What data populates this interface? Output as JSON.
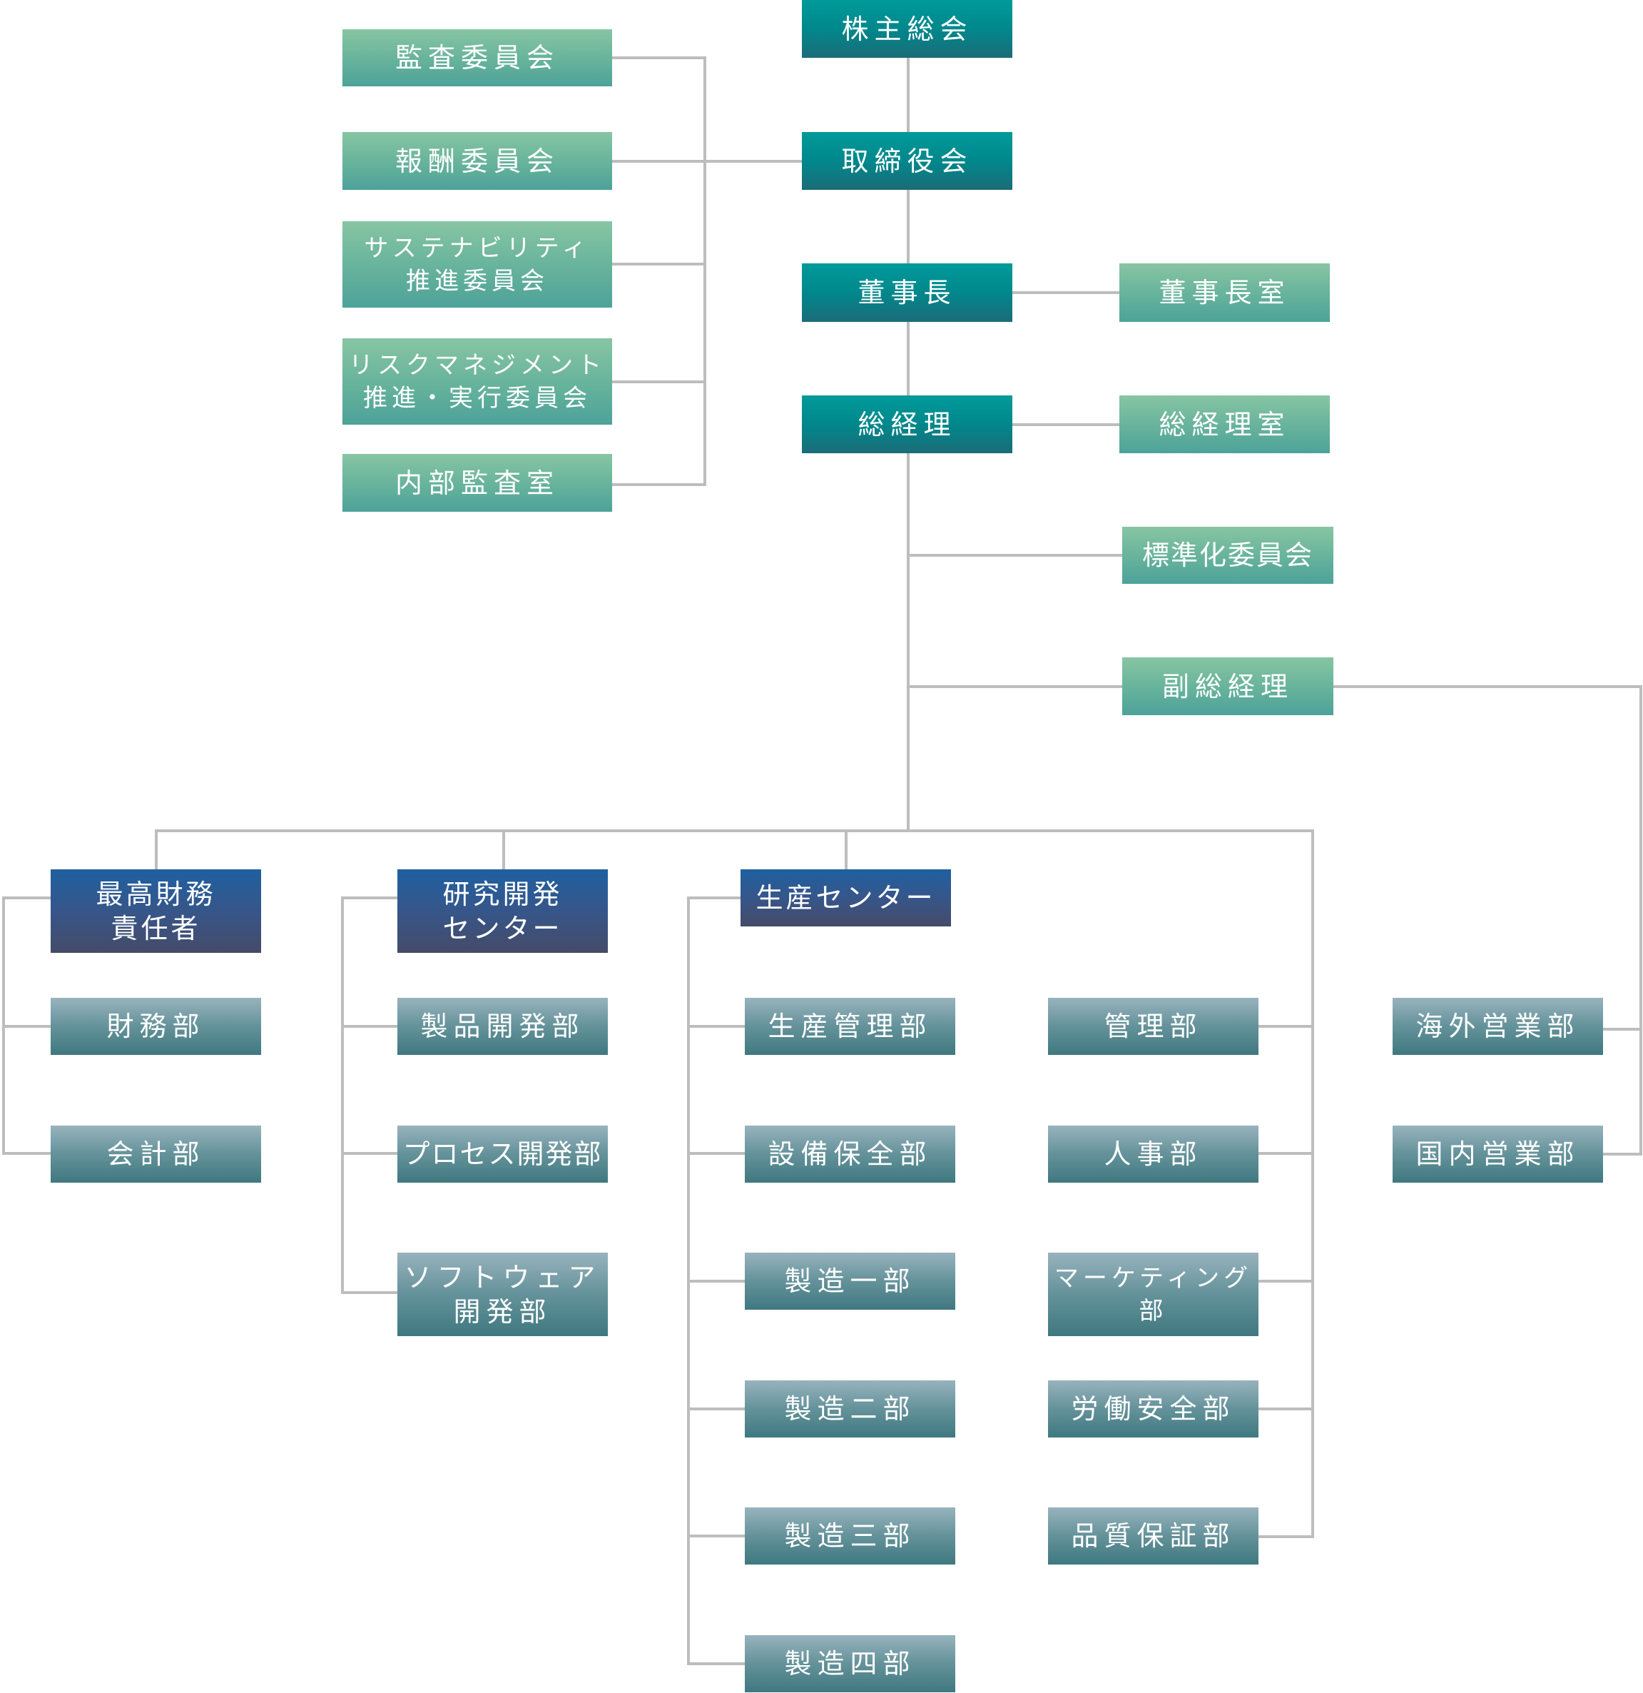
{
  "title": "組織図",
  "colors": {
    "executive": "#00888c",
    "committee": "#69b49c",
    "division_header": "#36568a",
    "department": "#64929a",
    "connector": "#bdbdbd"
  },
  "executive": {
    "shareholders": "株主総会",
    "board": "取締役会",
    "chairman": "董事長",
    "president": "総経理"
  },
  "offices": {
    "chairman_office": "董事長室",
    "president_office": "総経理室",
    "standardization_committee": "標準化委員会",
    "vice_president": "副総経理"
  },
  "committees": [
    "監査委員会",
    "報酬委員会",
    "サステナビリティ\n推進委員会",
    "リスクマネジメント\n推進・実行委員会",
    "内部監査室"
  ],
  "divisions": {
    "cfo": {
      "label": "最高財務\n責任者",
      "departments": [
        "財務部",
        "会計部"
      ]
    },
    "rnd": {
      "label": "研究開発\nセンター",
      "departments": [
        "製品開発部",
        "プロセス開発部",
        "ソフトウェア\n開発部"
      ]
    },
    "production": {
      "label": "生産センター",
      "departments": [
        "生産管理部",
        "設備保全部",
        "製造一部",
        "製造二部",
        "製造三部",
        "製造四部"
      ]
    },
    "admin": {
      "departments": [
        "管理部",
        "人事部",
        "マーケティング\n部",
        "労働安全部",
        "品質保証部"
      ]
    },
    "sales": {
      "departments": [
        "海外営業部",
        "国内営業部"
      ]
    }
  }
}
